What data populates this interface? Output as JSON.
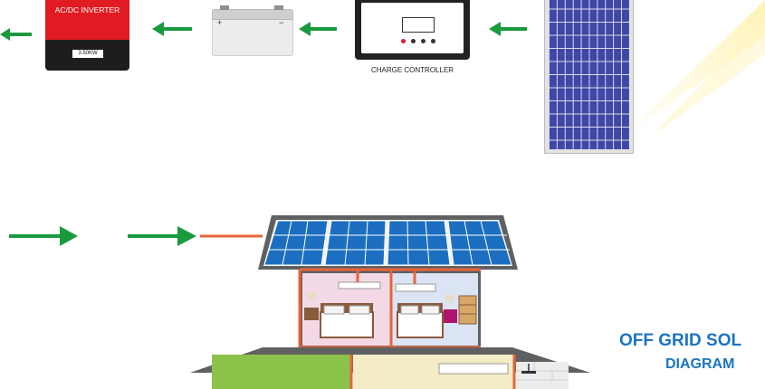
{
  "inverter": {
    "label": "AC/DC INVERTER",
    "rating": "3.50KW"
  },
  "battery": {
    "positive": "+",
    "negative": "−"
  },
  "charge_controller": {
    "label": "CHARGE CONTROLLER"
  },
  "title": {
    "line1": "OFF GRID SOL",
    "line2": "DIAGRAM"
  },
  "colors": {
    "arrow": "#1a9a3e",
    "wire": "#e8643a",
    "title": "#1c74c4",
    "inverter_red": "#e11b22",
    "panel_blue": "#3f47a8"
  }
}
